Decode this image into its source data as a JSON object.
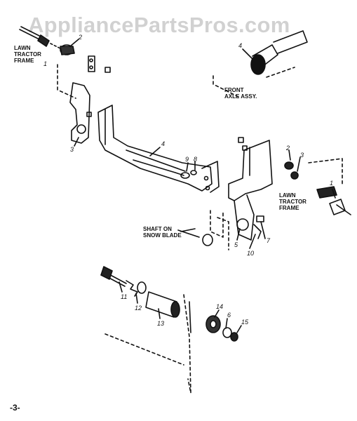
{
  "watermark": "AppliancePartsPros.com",
  "callouts": {
    "c1a": "1",
    "c2a": "2",
    "c3": "3",
    "c4a": "4",
    "c4b": "4",
    "c9": "9",
    "c8": "8",
    "c2b": "2",
    "c3b": "3",
    "c1b": "1",
    "c5": "5",
    "c7": "7",
    "c10": "10",
    "c11": "11",
    "c12": "12",
    "c13": "13",
    "c14": "14",
    "c6": "6",
    "c15": "15"
  },
  "captions": {
    "lawn_frame_left_1": "LAWN",
    "lawn_frame_left_2": "TRACTOR",
    "lawn_frame_left_3": "FRAME",
    "front_axle_1": "FRONT",
    "front_axle_2": "AXLE ASSY.",
    "lawn_frame_right_1": "LAWN",
    "lawn_frame_right_2": "TRACTOR",
    "lawn_frame_right_3": "FRAME",
    "shaft_1": "SHAFT ON",
    "shaft_2": "SNOW BLADE"
  },
  "page_number": "-3-"
}
